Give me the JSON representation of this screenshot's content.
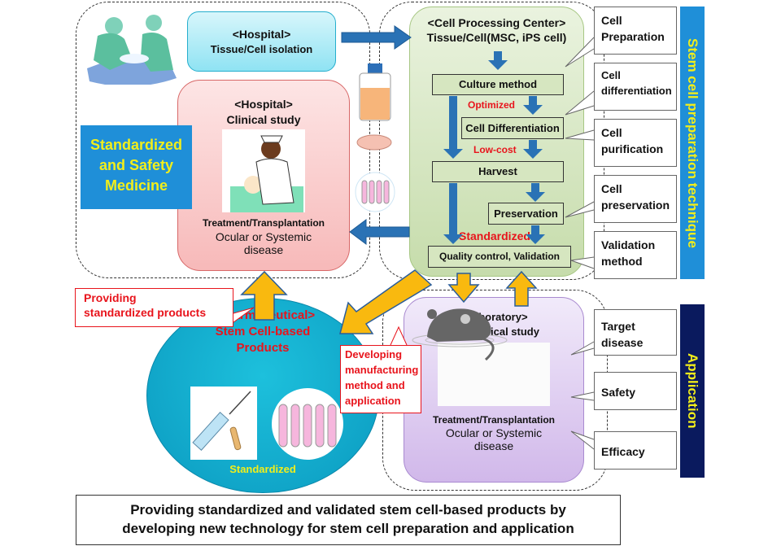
{
  "hospital_isolation": {
    "line1": "<Hospital>",
    "line2": "Tissue/Cell isolation"
  },
  "hospital_clinical": {
    "line1": "<Hospital>",
    "line2": "Clinical study",
    "treatment": "Treatment/Transplantation",
    "disease_line1": "Ocular or Systemic",
    "disease_line2": "disease"
  },
  "standardized_medicine": {
    "line1": "Standardized",
    "line2": "and Safety",
    "line3": "Medicine"
  },
  "cpc": {
    "title": "<Cell Processing Center>",
    "subtitle": "Tissue/Cell(MSC, iPS cell)",
    "steps": {
      "culture": "Culture method",
      "differentiation": "Cell Differentiation",
      "harvest": "Harvest",
      "preservation": "Preservation",
      "qc": "Quality control, Validation"
    },
    "labels": {
      "optimized": "Optimized",
      "lowcost": "Low-cost",
      "standardized": "Standardized"
    }
  },
  "prep_callouts": [
    {
      "line1": "Cell",
      "line2": "Preparation"
    },
    {
      "line1": "Cell",
      "line2": "differentiation"
    },
    {
      "line1": "Cell",
      "line2": "purification"
    },
    {
      "line1": "Cell",
      "line2": "preservation"
    },
    {
      "line1": "Validation",
      "line2": "method"
    }
  ],
  "side_labels": {
    "prep": "Stem cell preparation technique",
    "application": "Application"
  },
  "laboratory": {
    "line1": "<Laboratory>",
    "line2": "Non-clinical study",
    "treatment": "Treatment/Transplantation",
    "disease_line1": "Ocular or Systemic",
    "disease_line2": "disease"
  },
  "app_callouts": [
    {
      "line1": "Target",
      "line2": "disease"
    },
    {
      "line1": "Safety"
    },
    {
      "line1": "Efficacy"
    }
  ],
  "pharma": {
    "line1": "<Pharmaceutical>",
    "line2": "Stem Cell-based",
    "line3": "Products",
    "standardized": "Standardized"
  },
  "providing_callout": {
    "line1": "Providing",
    "line2": "standardized products"
  },
  "developing_callout": {
    "line1": "Developing",
    "line2": "manufacturing",
    "line3": "method and",
    "line4": "application"
  },
  "footer": {
    "line1": "Providing standardized and validated stem cell-based products by",
    "line2": "developing new technology for stem cell preparation and application"
  },
  "colors": {
    "blue_arrow": "#2a72b5",
    "orange_arrow": "#f9b90f",
    "red_text": "#e8141c",
    "yellow_text": "#f2ee1a",
    "side_blue": "#1f8fd8",
    "side_navy": "#0a1a5e"
  }
}
